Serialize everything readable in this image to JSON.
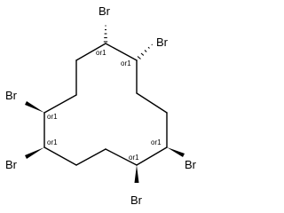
{
  "molecule": {
    "substituent_label": "Br",
    "stereo_label": "or1",
    "atoms": [
      {
        "id": "c_top_left",
        "substituent": "Br",
        "stereo": "or1",
        "bond_style": "hashed"
      },
      {
        "id": "c_top_right",
        "substituent": "Br",
        "stereo": "or1",
        "bond_style": "hashed"
      },
      {
        "id": "c_left_upper",
        "substituent": "Br",
        "stereo": "or1",
        "bond_style": "wedge"
      },
      {
        "id": "c_left_lower",
        "substituent": "Br",
        "stereo": "or1",
        "bond_style": "wedge"
      },
      {
        "id": "c_right_lower",
        "substituent": "Br",
        "stereo": "or1",
        "bond_style": "wedge"
      },
      {
        "id": "c_bottom",
        "substituent": "Br",
        "stereo": "or1",
        "bond_style": "wedge"
      }
    ]
  },
  "colors": {
    "bond": "#000000",
    "background": "#ffffff"
  }
}
